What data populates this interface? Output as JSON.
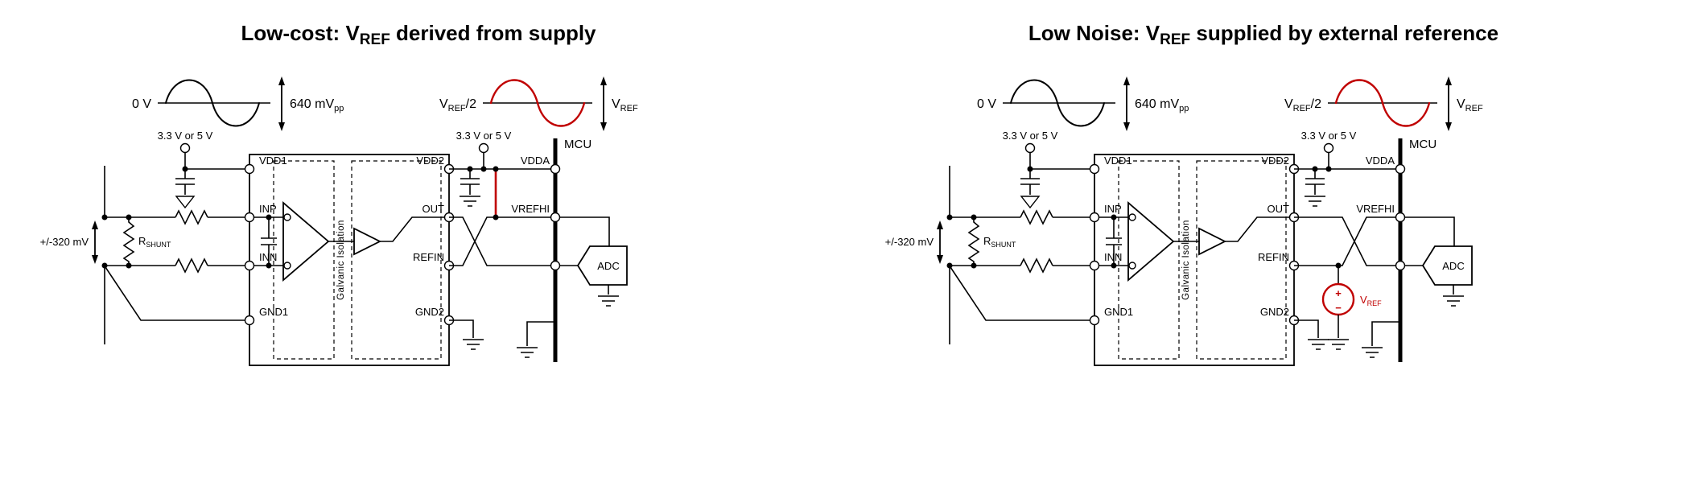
{
  "colors": {
    "accent_red": "#c00000",
    "wire_black": "#000000"
  },
  "panels": [
    {
      "title": {
        "pre": "Low-cost: V",
        "sub": "REF",
        "post": " derived from supply"
      },
      "input_wave": {
        "level": "0 V",
        "amplitude": "640 mV",
        "amplitude_sub": "pp"
      },
      "output_wave": {
        "level_pre": "V",
        "level_sub": "REF",
        "level_post": "/2",
        "amplitude_pre": "V",
        "amplitude_sub": "REF"
      },
      "supply_left": "3.3 V or 5 V",
      "supply_right": "3.3 V or 5 V",
      "input_range": "+/-320 mV",
      "shunt": {
        "pre": "R",
        "sub": "SHUNT"
      },
      "ic": {
        "vdd1": "VDD1",
        "inp": "INP",
        "inn": "INN",
        "gnd1": "GND1",
        "vdd2": "VDD2",
        "out": "OUT",
        "refin": "REFIN",
        "gnd2": "GND2",
        "isolation": "Galvanic Isolation"
      },
      "mcu": {
        "label": "MCU",
        "vdda": "VDDA",
        "vrefhi": "VREFHI",
        "adc": "ADC"
      }
    },
    {
      "title": {
        "pre": "Low Noise: V",
        "sub": "REF",
        "post": " supplied by external reference"
      },
      "input_wave": {
        "level": "0 V",
        "amplitude": "640 mV",
        "amplitude_sub": "pp"
      },
      "output_wave": {
        "level_pre": "V",
        "level_sub": "REF",
        "level_post": "/2",
        "amplitude_pre": "V",
        "amplitude_sub": "REF"
      },
      "supply_left": "3.3 V or 5 V",
      "supply_right": "3.3 V or 5 V",
      "input_range": "+/-320 mV",
      "shunt": {
        "pre": "R",
        "sub": "SHUNT"
      },
      "ic": {
        "vdd1": "VDD1",
        "inp": "INP",
        "inn": "INN",
        "gnd1": "GND1",
        "vdd2": "VDD2",
        "out": "OUT",
        "refin": "REFIN",
        "gnd2": "GND2",
        "isolation": "Galvanic Isolation"
      },
      "mcu": {
        "label": "MCU",
        "vdda": "VDDA",
        "vrefhi": "VREFHI",
        "adc": "ADC"
      },
      "vref_source": {
        "pre": "V",
        "sub": "REF",
        "plus": "+",
        "minus": "−"
      }
    }
  ]
}
